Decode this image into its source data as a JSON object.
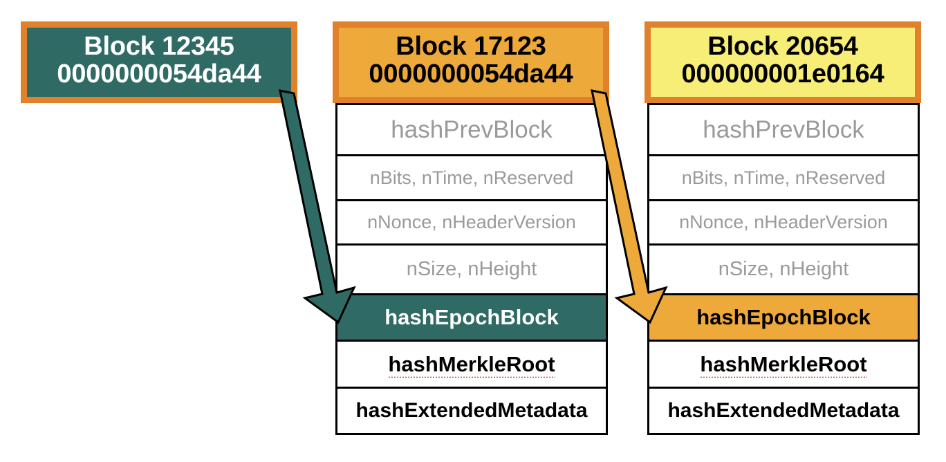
{
  "diagram": {
    "title": "Blockchain block header structure with epoch block references",
    "background": "#ffffff",
    "colors": {
      "border_orange": "#E0812C",
      "teal": "#2F6B64",
      "orange": "#EEA93B",
      "yellow": "#F7EE77",
      "gray_text": "#9A9A9A",
      "black": "#000000",
      "white": "#FFFFFF",
      "spellcheck_red": "#D0312D"
    }
  },
  "blocks": [
    {
      "id": "block-12345",
      "header": {
        "line1": "Block 12345",
        "line2": "0000000054da44",
        "fill": "#2F6B64",
        "text_color": "#FFFFFF"
      },
      "fields": []
    },
    {
      "id": "block-17123",
      "header": {
        "line1": "Block 17123",
        "line2": "0000000054da44",
        "fill": "#EEA93B",
        "text_color": "#000000"
      },
      "fields": [
        {
          "label": "hashPrevBlock",
          "style": "gray-lg",
          "fill": "#FFFFFF",
          "spellcheck": false
        },
        {
          "label": "nBits, nTime, nReserved",
          "style": "gray-sm",
          "fill": "#FFFFFF",
          "spellcheck": false
        },
        {
          "label": "nNonce, nHeaderVersion",
          "style": "gray-sm",
          "fill": "#FFFFFF",
          "spellcheck": false
        },
        {
          "label": "nSize, nHeight",
          "style": "gray-md",
          "fill": "#FFFFFF",
          "spellcheck": false
        },
        {
          "label": "hashEpochBlock",
          "style": "white-b",
          "fill": "#2F6B64",
          "spellcheck": false
        },
        {
          "label": "hashMerkleRoot",
          "style": "black-b",
          "fill": "#FFFFFF",
          "spellcheck": true
        },
        {
          "label": "hashExtendedMetadata",
          "style": "black",
          "fill": "#FFFFFF",
          "spellcheck": false
        }
      ]
    },
    {
      "id": "block-20654",
      "header": {
        "line1": "Block 20654",
        "line2": "000000001e0164",
        "fill": "#F7EE77",
        "text_color": "#000000"
      },
      "fields": [
        {
          "label": "hashPrevBlock",
          "style": "gray-lg",
          "fill": "#FFFFFF",
          "spellcheck": false
        },
        {
          "label": "nBits, nTime, nReserved",
          "style": "gray-sm",
          "fill": "#FFFFFF",
          "spellcheck": false
        },
        {
          "label": "nNonce, nHeaderVersion",
          "style": "gray-sm",
          "fill": "#FFFFFF",
          "spellcheck": false
        },
        {
          "label": "nSize, nHeight",
          "style": "gray-md",
          "fill": "#FFFFFF",
          "spellcheck": false
        },
        {
          "label": "hashEpochBlock",
          "style": "black-b",
          "fill": "#EEA93B",
          "spellcheck": false
        },
        {
          "label": "hashMerkleRoot",
          "style": "black-b",
          "fill": "#FFFFFF",
          "spellcheck": true
        },
        {
          "label": "hashExtendedMetadata",
          "style": "black",
          "fill": "#FFFFFF",
          "spellcheck": false
        }
      ]
    }
  ],
  "arrows": [
    {
      "id": "arrow-teal",
      "from": "block-12345-header",
      "to": "block-17123-hashEpochBlock",
      "fill": "#2F6B64",
      "stroke": "#000000"
    },
    {
      "id": "arrow-orange",
      "from": "block-17123-header",
      "to": "block-20654-hashEpochBlock",
      "fill": "#EEA93B",
      "stroke": "#000000"
    }
  ]
}
